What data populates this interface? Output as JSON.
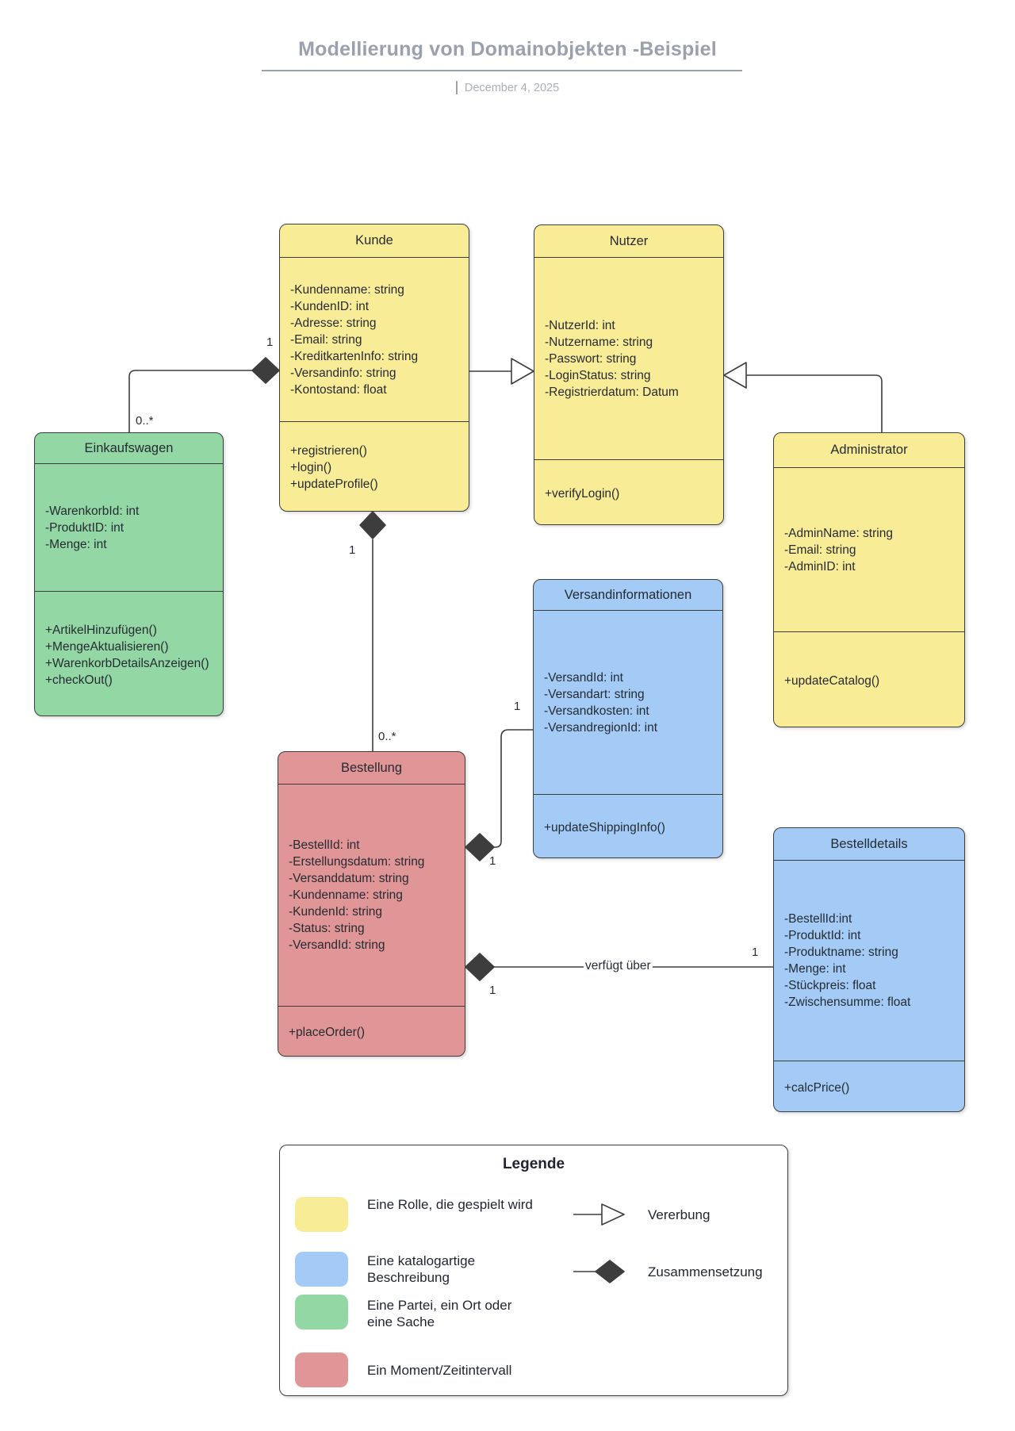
{
  "header": {
    "title": "Modellierung von Domainobjekten -Beispiel",
    "date": "December 4, 2025"
  },
  "classes": {
    "kunde": {
      "title": "Kunde",
      "attributes": [
        "-Kundenname: string",
        "-KundenID: int",
        "-Adresse: string",
        "-Email: string",
        "-KreditkartenInfo: string",
        "-Versandinfo: string",
        "-Kontostand: float"
      ],
      "methods": [
        "+registrieren()",
        "+login()",
        "+updateProfile()"
      ]
    },
    "nutzer": {
      "title": "Nutzer",
      "attributes": [
        "-NutzerId: int",
        "-Nutzername: string",
        "-Passwort: string",
        "-LoginStatus: string",
        "-Registrierdatum: Datum"
      ],
      "methods": [
        "+verifyLogin()"
      ]
    },
    "einkaufswagen": {
      "title": "Einkaufswagen",
      "attributes": [
        "-WarenkorbId: int",
        "-ProduktID: int",
        "-Menge: int"
      ],
      "methods": [
        "+ArtikelHinzufügen()",
        "+MengeAktualisieren()",
        "+WarenkorbDetailsAnzeigen()",
        "+checkOut()"
      ]
    },
    "administrator": {
      "title": "Administrator",
      "attributes": [
        "-AdminName: string",
        "-Email: string",
        "-AdminID: int"
      ],
      "methods": [
        "+updateCatalog()"
      ]
    },
    "versandinformationen": {
      "title": "Versandinformationen",
      "attributes": [
        "-VersandId: int",
        "-Versandart: string",
        "-Versandkosten: int",
        "-VersandregionId: int"
      ],
      "methods": [
        "+updateShippingInfo()"
      ]
    },
    "bestellung": {
      "title": "Bestellung",
      "attributes": [
        "-BestellId: int",
        "-Erstellungsdatum: string",
        "-Versanddatum: string",
        "-Kundenname: string",
        "-KundenId: string",
        "-Status: string",
        "-VersandId: string"
      ],
      "methods": [
        "+placeOrder()"
      ]
    },
    "bestelldetails": {
      "title": "Bestelldetails",
      "attributes": [
        "-BestellId:int",
        "-ProduktId: int",
        "-Produktname: string",
        "-Menge: int",
        "-Stückpreis: float",
        "-Zwischensumme: float"
      ],
      "methods": [
        "+calcPrice()"
      ]
    }
  },
  "edge_labels": {
    "einkaufswagen_kunde": {
      "near_einkaufswagen": "0..*",
      "near_kunde": "1"
    },
    "bestellung_kunde": {
      "near_bestellung": "0..*",
      "near_kunde": "1"
    },
    "bestellung_versandinformationen": {
      "near_bestellung": "1",
      "near_versandinformationen": "1"
    },
    "bestellung_bestelldetails": {
      "name": "verfügt über",
      "near_bestellung": "1",
      "near_bestelldetails": "1"
    }
  },
  "legend": {
    "title": "Legende",
    "items": [
      {
        "color": "#F9EC97",
        "label": "Eine Rolle, die gespielt wird"
      },
      {
        "color": "#A3CBF5",
        "label": "Eine katalogartige Beschreibung"
      },
      {
        "color": "#93D7A4",
        "label": "Eine Partei, ein Ort oder eine Sache"
      },
      {
        "color": "#E09596",
        "label": "Ein Moment/Zeitintervall"
      }
    ],
    "relations": [
      {
        "symbol": "inheritance-arrow",
        "label": "Vererbung"
      },
      {
        "symbol": "composition-diamond",
        "label": "Zusammensetzung"
      }
    ]
  },
  "colors": {
    "role_yellow": "#F9EC97",
    "catalog_blue": "#A3CBF5",
    "party_green": "#93D7A4",
    "moment_red": "#E09596",
    "edge_stroke": "#3D3D3D",
    "title_gray": "#99A1AD"
  }
}
